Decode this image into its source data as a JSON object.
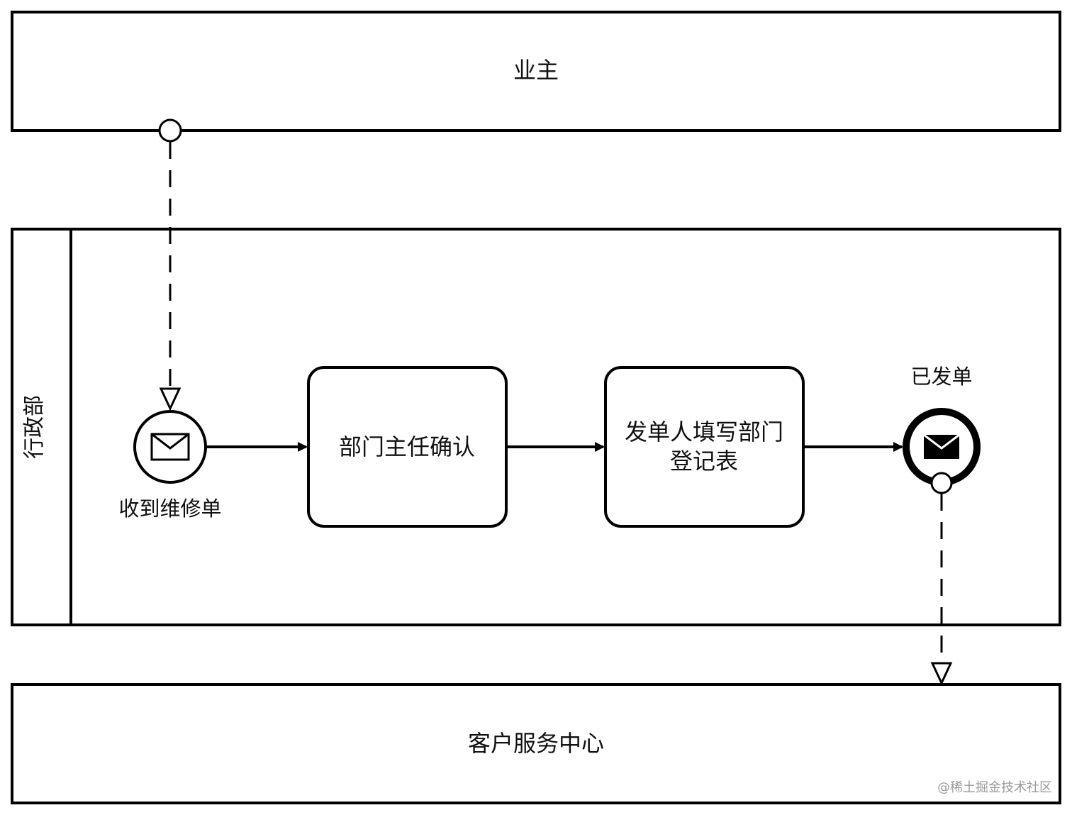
{
  "pools": {
    "top": {
      "name": "业主"
    },
    "middle": {
      "name": "行政部"
    },
    "bottom": {
      "name": "客户服务中心"
    }
  },
  "events": {
    "start": {
      "label": "收到维修单",
      "icon": "envelope-icon"
    },
    "end": {
      "label": "已发单",
      "icon": "envelope-filled-icon"
    }
  },
  "tasks": {
    "task1": {
      "label": "部门主任确认"
    },
    "task2": {
      "line1": "发单人填写部门",
      "line2": "登记表"
    }
  },
  "watermark": "@稀土掘金技术社区"
}
